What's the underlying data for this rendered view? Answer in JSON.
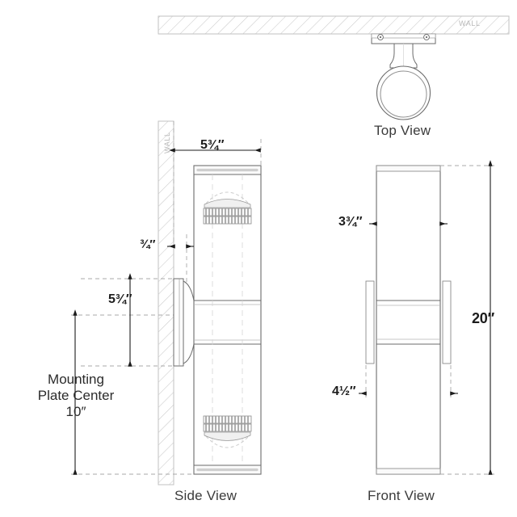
{
  "sheet": {
    "background": "#ffffff",
    "line_color": "#5a5a5a",
    "dim_color": "#1c1c1c",
    "hatch_color": "#c8c8c8",
    "dash_color": "#9a9a9a"
  },
  "views": {
    "top": {
      "caption": "Top View",
      "wall_tag": "WALL"
    },
    "side": {
      "caption": "Side View",
      "wall_tag": "WALL"
    },
    "front": {
      "caption": "Front View"
    }
  },
  "dimensions": {
    "side_depth": "5¾″",
    "wall_gap": "¾″",
    "plate_height": "5¾″",
    "mounting_plate_center": "Mounting\nPlate Center\n10″",
    "front_width": "3¾″",
    "bracket_width": "4½″",
    "overall_height": "20″"
  }
}
